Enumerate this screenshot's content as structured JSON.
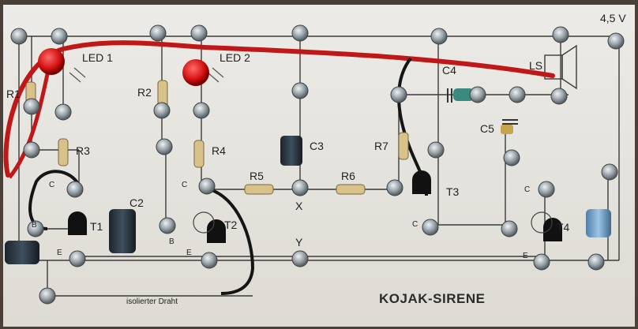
{
  "board": {
    "title": "KOJAK-SIRENE",
    "supply": "4,5 V",
    "insulated_wire_note": "isolierter Draht",
    "labels": {
      "led1": "LED 1",
      "led2": "LED 2",
      "r1": "R1",
      "r2": "R2",
      "r3": "R3",
      "r4": "R4",
      "r5": "R5",
      "r6": "R6",
      "r7": "R7",
      "c2": "C2",
      "c3": "C3",
      "c4": "C4",
      "c5": "C5",
      "t1": "T1",
      "t2": "T2",
      "t3": "T3",
      "t4": "T4",
      "ls": "LS",
      "x": "X",
      "y": "Y",
      "c_pin": "C",
      "e_pin": "E",
      "b_pin": "B"
    }
  },
  "colors": {
    "board": "#e9e7e2",
    "wire_red": "#c01818",
    "wire_black": "#151515",
    "trace": "#3b3b3b",
    "screw": "#a8b0b6",
    "resistor": "#d9c28a",
    "capacitor_dark": "#2f3b46"
  }
}
